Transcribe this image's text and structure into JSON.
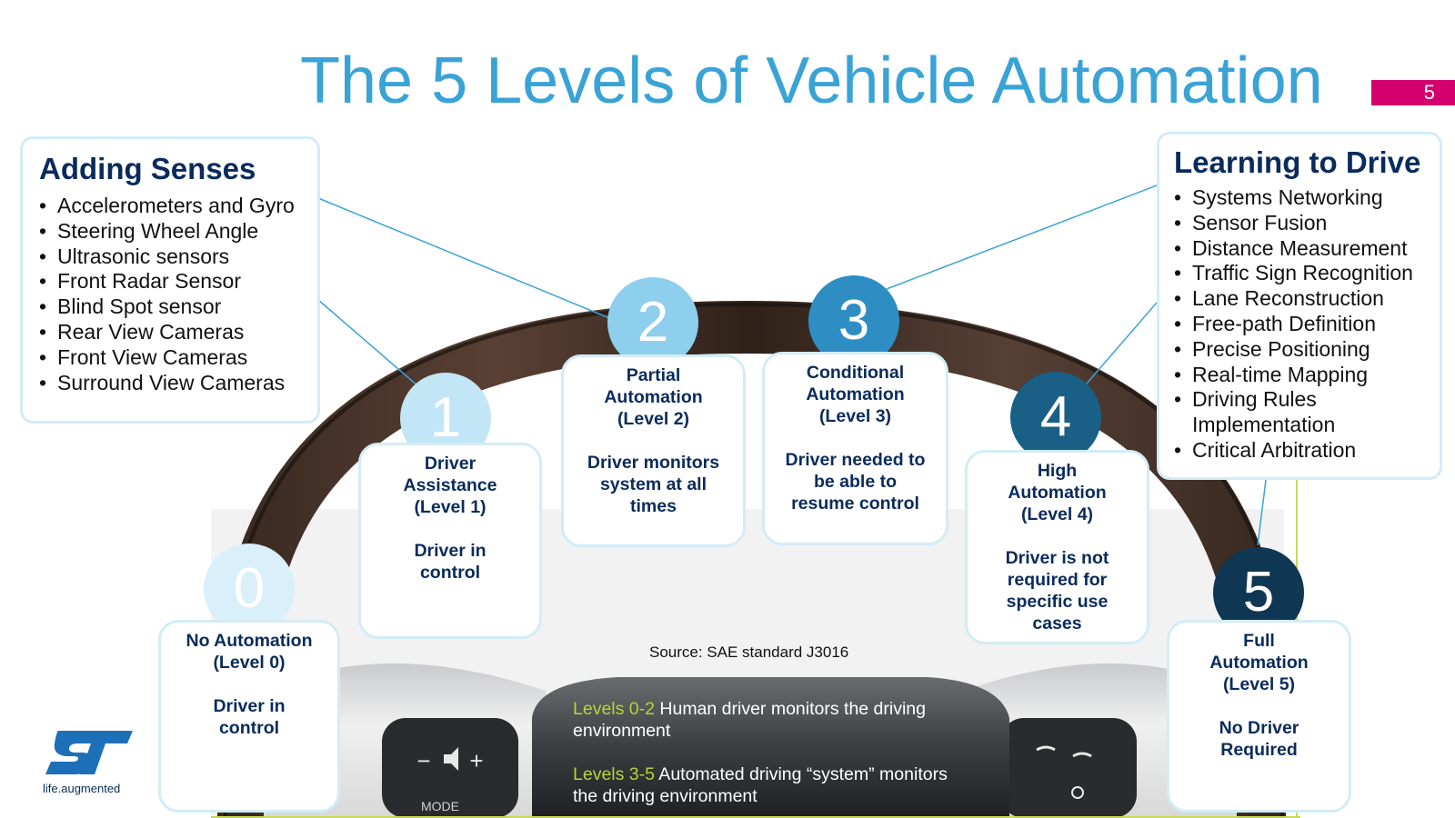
{
  "slide": {
    "title": "The 5 Levels of Vehicle Automation",
    "page_number": "5",
    "source": "Source: SAE standard J3016",
    "logo_tagline": "life.augmented"
  },
  "left_panel": {
    "heading": "Adding Senses",
    "items": [
      "Accelerometers and Gyro",
      "Steering Wheel Angle",
      "Ultrasonic sensors",
      "Front Radar Sensor",
      "Blind Spot sensor",
      "Rear View Cameras",
      "Front View Cameras",
      "Surround View Cameras"
    ]
  },
  "right_panel": {
    "heading": "Learning to Drive",
    "items": [
      "Systems Networking",
      "Sensor Fusion",
      "Distance Measurement",
      "Traffic Sign Recognition",
      "Lane Reconstruction",
      "Free-path Definition",
      "Precise Positioning",
      "Real-time Mapping",
      "Driving Rules Implementation",
      "Critical Arbitration"
    ]
  },
  "levels": [
    {
      "number": "0",
      "name_lines": [
        "No Automation",
        "(Level 0)"
      ],
      "desc_lines": [
        "Driver in",
        "control"
      ],
      "color": "#d9eff9"
    },
    {
      "number": "1",
      "name_lines": [
        "Driver",
        "Assistance",
        "(Level 1)"
      ],
      "desc_lines": [
        "Driver in",
        "control"
      ],
      "color": "#c3e6f6"
    },
    {
      "number": "2",
      "name_lines": [
        "Partial",
        "Automation",
        "(Level 2)"
      ],
      "desc_lines": [
        "Driver monitors",
        "system at all",
        "times"
      ],
      "color": "#8ecfee"
    },
    {
      "number": "3",
      "name_lines": [
        "Conditional",
        "Automation",
        "(Level 3)"
      ],
      "desc_lines": [
        "Driver needed to",
        "be able to",
        "resume control"
      ],
      "color": "#2e8ec4"
    },
    {
      "number": "4",
      "name_lines": [
        "High",
        "Automation",
        "(Level 4)"
      ],
      "desc_lines": [
        "Driver is not",
        "required for",
        "specific use",
        "cases"
      ],
      "color": "#1a5f86"
    },
    {
      "number": "5",
      "name_lines": [
        "Full",
        "Automation",
        "(Level 5)"
      ],
      "desc_lines": [
        "No Driver",
        "Required"
      ],
      "color": "#0f3652"
    }
  ],
  "hub": {
    "line1_highlight": "Levels 0-2",
    "line1_text": " Human driver monitors the driving environment",
    "line2_highlight": "Levels 3-5",
    "line2_text": " Automated driving “system” monitors the driving environment"
  },
  "wheel_buttons": {
    "left_minus": "−",
    "left_plus": "+",
    "mode_label": "MODE"
  },
  "colors": {
    "title": "#3aa3d6",
    "page_badge": "#d4006e",
    "heading": "#0a2b5c",
    "highlight": "#b8d432"
  }
}
